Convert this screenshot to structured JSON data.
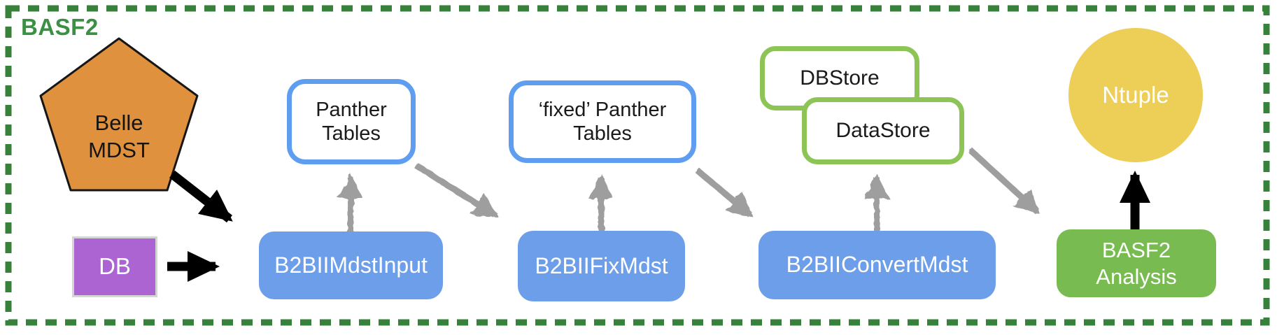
{
  "diagram": {
    "title": "BASF2",
    "nodes": {
      "belle_mdst": {
        "label": "Belle\nMDST",
        "shape": "pentagon",
        "fill": "#E0913D"
      },
      "db": {
        "label": "DB",
        "shape": "rect",
        "fill": "#AB64D2"
      },
      "b2bii_mdst_input": {
        "label": "B2BIIMdstInput",
        "shape": "rounded-rect",
        "fill": "#6D9EE9"
      },
      "panther_tables": {
        "label": "Panther\nTables",
        "shape": "rounded-rect",
        "fill": "#ffffff",
        "border": "#5E9DEF"
      },
      "fixed_panther_tables": {
        "label": "‘fixed’ Panther\nTables",
        "shape": "rounded-rect",
        "fill": "#ffffff",
        "border": "#5E9DEF"
      },
      "b2bii_fix_mdst": {
        "label": "B2BIIFixMdst",
        "shape": "rounded-rect",
        "fill": "#6D9EE9"
      },
      "b2bii_convert_mdst": {
        "label": "B2BIIConvertMdst",
        "shape": "rounded-rect",
        "fill": "#6D9EE9"
      },
      "dbstore": {
        "label": "DBStore",
        "shape": "rounded-rect",
        "fill": "#ffffff",
        "border": "#8CC455"
      },
      "datastore": {
        "label": "DataStore",
        "shape": "rounded-rect",
        "fill": "#ffffff",
        "border": "#8CC455"
      },
      "ntuple": {
        "label": "Ntuple",
        "shape": "circle",
        "fill": "#EDCE57"
      },
      "basf2_analysis": {
        "label": "BASF2\nAnalysis",
        "shape": "rounded-rect",
        "fill": "#77BB51"
      }
    },
    "edges": [
      {
        "from": "Belle MDST",
        "to": "B2BIIMdstInput",
        "style": "solid-black"
      },
      {
        "from": "DB",
        "to": "B2BIIMdstInput",
        "style": "solid-black"
      },
      {
        "from": "B2BIIMdstInput",
        "to": "Panther Tables",
        "style": "sketch-gray"
      },
      {
        "from": "Panther Tables",
        "to": "B2BIIFixMdst",
        "style": "sketch-gray"
      },
      {
        "from": "B2BIIFixMdst",
        "to": "‘fixed’ Panther Tables",
        "style": "sketch-gray"
      },
      {
        "from": "‘fixed’ Panther Tables",
        "to": "B2BIIConvertMdst",
        "style": "sketch-gray"
      },
      {
        "from": "B2BIIConvertMdst",
        "to": "DataStore",
        "style": "sketch-gray"
      },
      {
        "from": "DataStore",
        "to": "BASF2 Analysis",
        "style": "sketch-gray"
      },
      {
        "from": "BASF2 Analysis",
        "to": "Ntuple",
        "style": "solid-black"
      }
    ],
    "colors": {
      "frame_green": "#37813B",
      "title_green": "#3B9043",
      "process_blue": "#6D9EE9",
      "panther_border_blue": "#5E9DEF",
      "store_border_green": "#8CC455",
      "analysis_green": "#77BB51",
      "ntuple_yellow": "#EDCE57",
      "db_purple": "#AB64D2",
      "pentagon_orange": "#E0913D",
      "arrow_gray": "#9E9E9E",
      "arrow_black": "#000000"
    }
  }
}
